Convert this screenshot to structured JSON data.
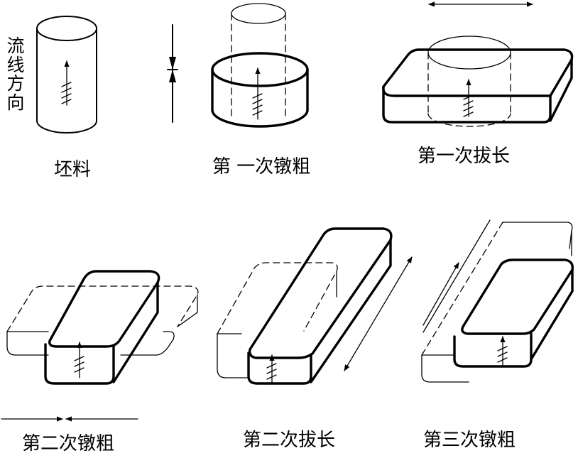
{
  "flow_label": [
    "流",
    "线",
    "方",
    "向"
  ],
  "captions": {
    "billet": "坯料",
    "upset1": "第 一次镦粗",
    "draw1": "第一次拔长",
    "upset2": "第二次镦粗",
    "draw2": "第二次拔长",
    "upset3": "第三次镦粗"
  }
}
